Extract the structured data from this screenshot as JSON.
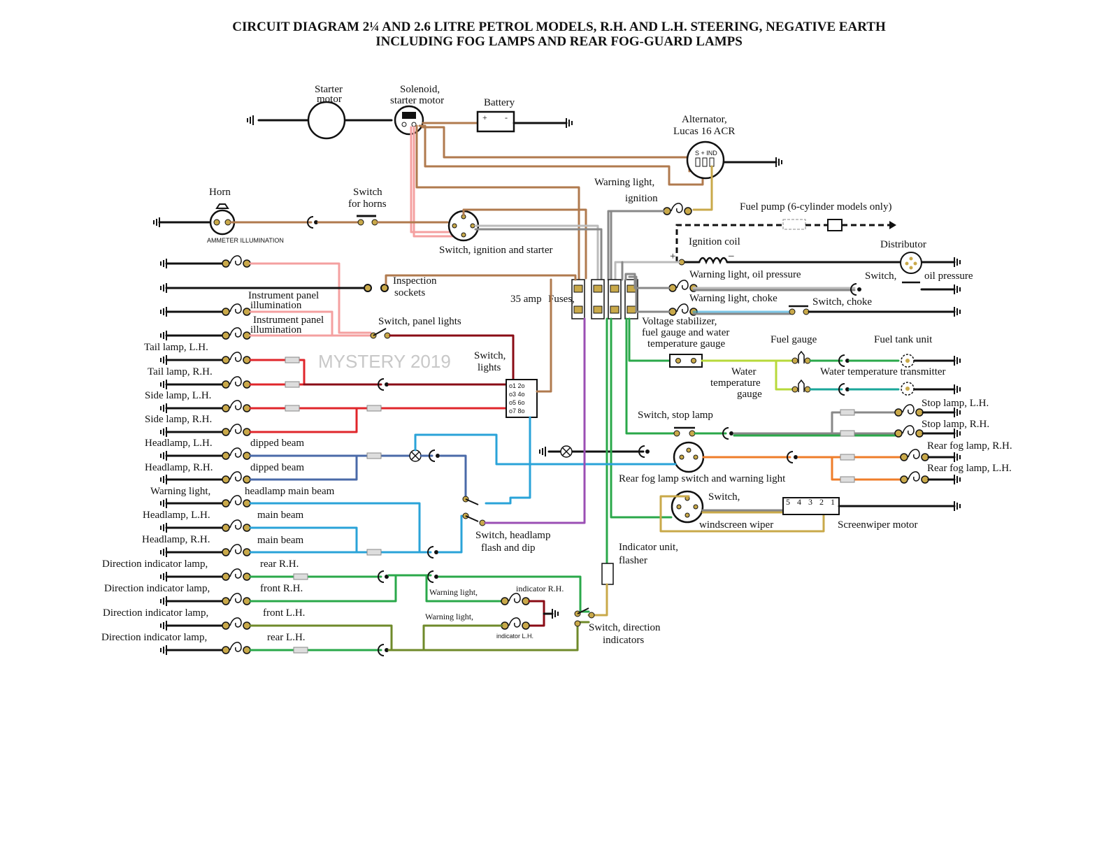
{
  "title": {
    "line1": "CIRCUIT DIAGRAM 2¼ AND 2.6 LITRE PETROL MODELS, R.H. AND L.H. STEERING, NEGATIVE EARTH",
    "line2": "INCLUDING FOG LAMPS AND REAR FOG-GUARD LAMPS"
  },
  "watermark": "MYSTERY 2019",
  "colors": {
    "brown": "#b07a4e",
    "red": "#e0262b",
    "green": "#2aa84a",
    "light_blue": "#2aa3d8",
    "purple": "#9b4fb4",
    "orange": "#ef7d2a",
    "yellow": "#c9a94a",
    "black": "#111111"
  },
  "labels": {
    "starter_motor": [
      "Starter",
      "motor"
    ],
    "solenoid": [
      "Solenoid,",
      "starter motor"
    ],
    "battery": "Battery",
    "battery_plus": "+",
    "battery_minus": "-",
    "alternator": [
      "Alternator,",
      "Lucas 16 ACR"
    ],
    "alternator_terminals": "S + IND",
    "horn": "Horn",
    "ammeter_illumination": "AMMETER ILLUMINATION",
    "switch_horns": [
      "Switch",
      "for horns"
    ],
    "switch_ignition_starter": "Switch, ignition and starter",
    "warning_light_ignition": [
      "Warning light,",
      "ignition"
    ],
    "fuel_pump": "Fuel pump (6-cylinder models only)",
    "ignition_coil": "Ignition coil",
    "coil_plus": "+",
    "coil_minus": "–",
    "distributor": "Distributor",
    "inspection_sockets": [
      "Inspection",
      "sockets"
    ],
    "instrument_panel_1": [
      "Instrument panel",
      "illumination"
    ],
    "instrument_panel_2": [
      "Instrument panel",
      "illumination"
    ],
    "switch_panel_lights": "Switch, panel lights",
    "amp_fuses": "35 amp",
    "fuses": "Fuses,",
    "warning_oil_pressure": "Warning light, oil pressure",
    "switch_oil_pressure": [
      "Switch,",
      "oil pressure"
    ],
    "warning_choke": "Warning light, choke",
    "switch_choke": "Switch, choke",
    "voltage_stabilizer": [
      "Voltage stabilizer,",
      "fuel gauge and water",
      "temperature gauge"
    ],
    "fuel_gauge": "Fuel gauge",
    "fuel_tank_unit": "Fuel tank unit",
    "water_temp_gauge": [
      "Water",
      "temperature",
      "gauge"
    ],
    "water_temp_transmitter": "Water temperature  transmitter",
    "tail_lh": "Tail lamp, L.H.",
    "tail_rh": "Tail lamp, R.H.",
    "side_lh": "Side lamp, L.H.",
    "side_rh": "Side lamp, R.H.",
    "switch_lights": [
      "Switch,",
      "lights"
    ],
    "switch_lights_terminals": [
      "o1 2o",
      "o3 4o",
      "o5 6o",
      "o7 8o"
    ],
    "switch_stop_lamp": "Switch, stop lamp",
    "stop_lh": "Stop lamp, L.H.",
    "stop_rh": "Stop lamp, R.H.",
    "headlamp_lh_dip": "Headlamp, L.H.",
    "headlamp_rh_dip": "Headlamp, R.H.",
    "dipped_beam_1": "dipped beam",
    "dipped_beam_2": "dipped beam",
    "rear_fog_rh": "Rear fog lamp, R.H.",
    "rear_fog_lh": "Rear fog lamp, L.H.",
    "rear_fog_switch": "Rear fog lamp switch and warning light",
    "warning_headlamp": "Warning light,",
    "headlamp_main_beam": "headlamp   main beam",
    "headlamp_lh_main": "Headlamp, L.H.",
    "headlamp_rh_main": "Headlamp, R.H.",
    "main_beam_1": "main beam",
    "main_beam_2": "main beam",
    "switch_headlamp": [
      "Switch, headlamp",
      "flash and dip"
    ],
    "switch_wiper": "Switch,",
    "windscreen_wiper": "windscreen wiper",
    "screenwiper_motor": "Screenwiper motor",
    "wiper_terminals": [
      "5",
      "4",
      "3",
      "2",
      "1"
    ],
    "indicator_unit": [
      "Indicator unit,",
      "flasher"
    ],
    "dir_ind_1": "Direction indicator lamp,",
    "dir_ind_2": "Direction indicator lamp,",
    "dir_ind_3": "Direction indicator lamp,",
    "dir_ind_4": "Direction indicator lamp,",
    "rear_rh": "rear R.H.",
    "front_rh": "front R.H.",
    "front_lh": "front L.H.",
    "rear_lh": "rear L.H.",
    "warning_light_ind_r": "Warning light,",
    "indicator_rh": "indicator R.H.",
    "warning_light_ind_l": "Warning light,",
    "indicator_lh": "indicator L.H.",
    "switch_direction": [
      "Switch, direction",
      "indicators"
    ]
  }
}
